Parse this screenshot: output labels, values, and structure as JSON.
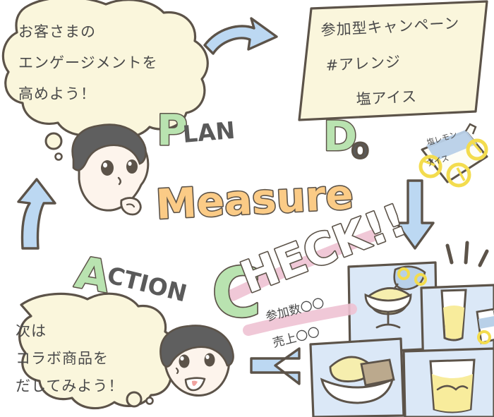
{
  "illustration": {
    "title": "PDCA cycle hand-drawn illustration",
    "cycle_stages": [
      {
        "id": "plan",
        "label_big": "P",
        "label_rest": "LAN",
        "color": "#b9e3b0"
      },
      {
        "id": "do",
        "label_big": "D",
        "label_rest": "O",
        "color": "#b9e3b0"
      },
      {
        "id": "check",
        "label_big": "C",
        "label_rest": "HECK!!",
        "color": "#b9e3b0"
      },
      {
        "id": "action",
        "label_big": "A",
        "label_rest": "CTION",
        "color": "#b9e3b0"
      }
    ],
    "center_word": "Measure",
    "center_word_color": "#fbcb86",
    "check_word": "HECK!!",
    "check_highlight_color": "#f0c3d2"
  },
  "plan_bubble": {
    "name": "plan-thought-bubble",
    "fill": "#faf6dc",
    "lines": [
      "お客さまの",
      "エンゲージメントを",
      "高めよう！"
    ]
  },
  "action_bubble": {
    "name": "action-thought-bubble",
    "fill": "#faf6dc",
    "lines": [
      "次は",
      "コラボ商品を",
      "だしてみよう！"
    ]
  },
  "campaign_note": {
    "name": "campaign-note",
    "fill": "#faf6dc",
    "lines": [
      "参加型キャンペーン",
      "#アレンジ",
      "塩アイス"
    ]
  },
  "check_annotation": {
    "name": "check-metrics-annotation",
    "lines": [
      "参加数〇〇",
      "売上〇〇"
    ],
    "highlight_color": "#eec2d3"
  },
  "product_package": {
    "name": "salt-ice-package",
    "label_lines": [
      "塩レモン",
      "アイス"
    ],
    "colors": {
      "body": "#fdfdf7",
      "band": "#b8d0e8",
      "accent": "#f7e04a"
    }
  },
  "photos": [
    {
      "name": "photo-parfait",
      "caption": "ice cream in a footed dish with topping"
    },
    {
      "name": "photo-drink-and-pack",
      "caption": "tall glass of lemonade and ice package"
    },
    {
      "name": "photo-bowl-dessert",
      "caption": "bowl of ice cream with a wafer"
    },
    {
      "name": "photo-glass",
      "caption": "glass tumbler with drink"
    }
  ],
  "arrows": [
    {
      "name": "arrow-plan-to-do",
      "direction": "right",
      "color": "#bcd8f2"
    },
    {
      "name": "arrow-do-to-check",
      "direction": "down",
      "color": "#bcd8f2"
    },
    {
      "name": "arrow-check-to-action",
      "direction": "left",
      "color": "#bcd8f2"
    },
    {
      "name": "arrow-action-to-plan",
      "direction": "up",
      "color": "#bcd8f2"
    }
  ],
  "characters": [
    {
      "name": "character-thinking",
      "expression": "thinking with hand on chin"
    },
    {
      "name": "character-smiling",
      "expression": "smiling"
    }
  ],
  "palette": {
    "ink": "#5c5349",
    "cream": "#faf6dc",
    "green": "#b9e3b0",
    "blue": "#bcd8f2",
    "orange": "#fbcb86",
    "pink": "#eec2d3",
    "photo_blue": "#dbe8f7",
    "yellow": "#f6eeae",
    "hair": "#5f5f5f",
    "skin": "#fdf4ec"
  }
}
